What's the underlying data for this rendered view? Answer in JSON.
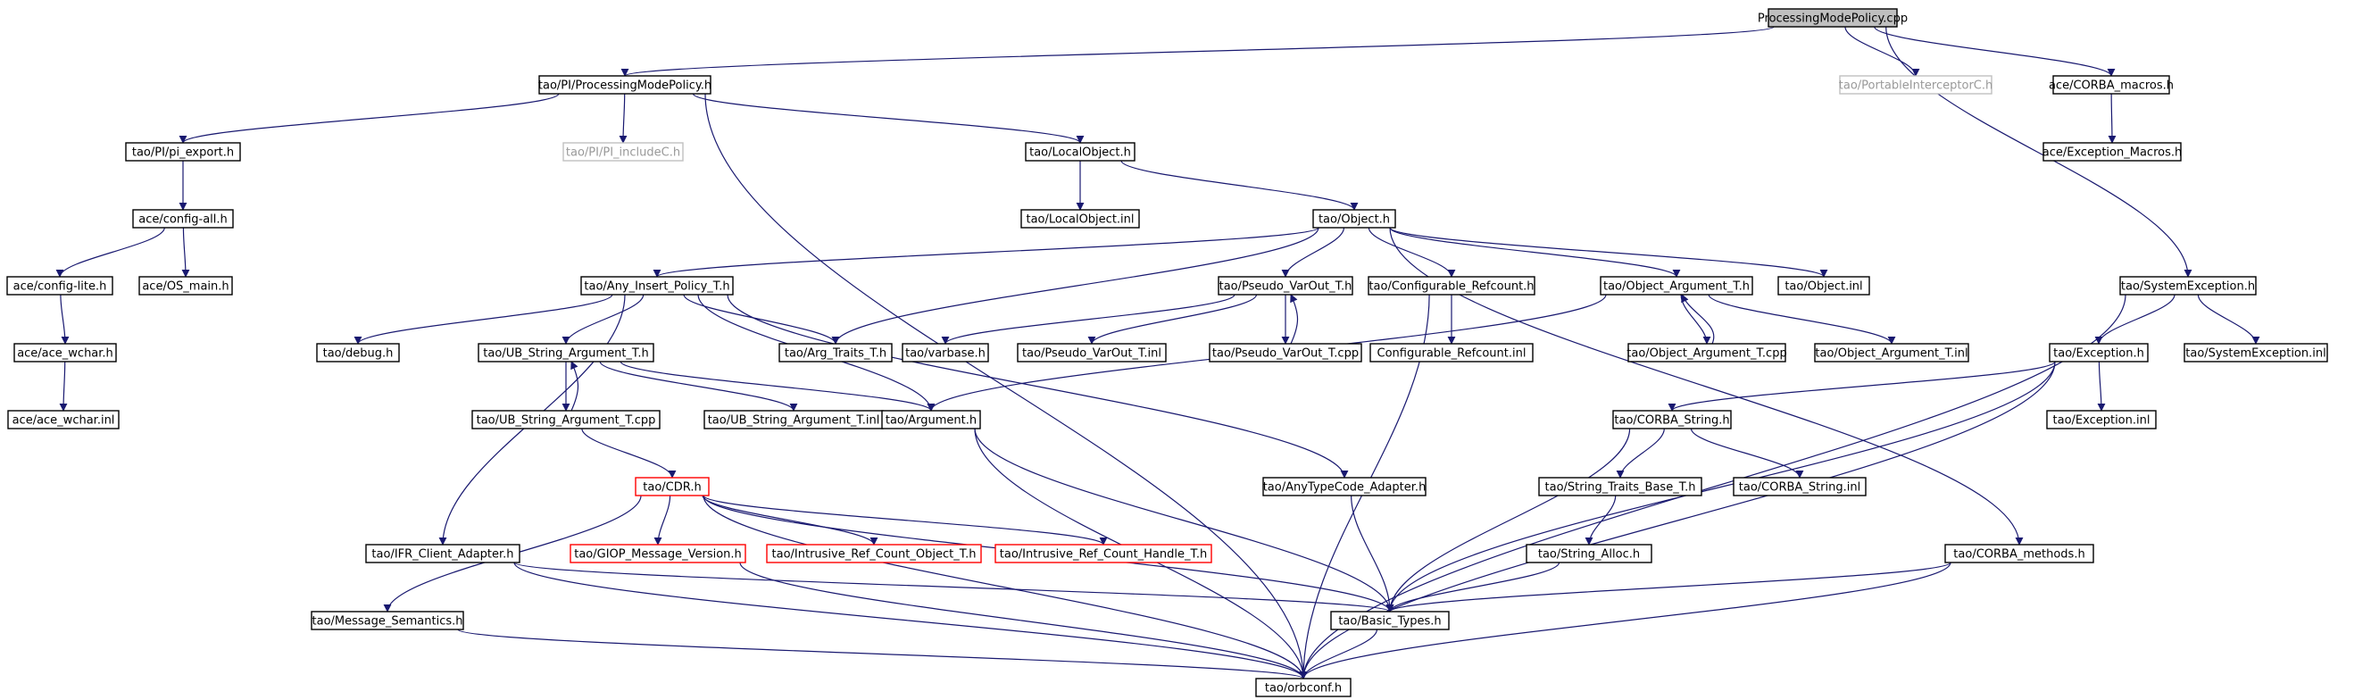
{
  "colors": {
    "edge": "#191970",
    "text": "#000000",
    "text_excluded": "#999999",
    "border": "#000000",
    "border_excluded": "#c0c0c0",
    "border_truncated": "#ff0000",
    "root_fill": "#bfbfbf",
    "fill": "#ffffff"
  },
  "nodes": [
    {
      "id": "root",
      "label": "ProcessingModePolicy.cpp",
      "style": "root"
    },
    {
      "id": "pi_pmp",
      "label": "tao/PI/ProcessingModePolicy.h",
      "style": "normal"
    },
    {
      "id": "pi_icc",
      "label": "tao/PortableInterceptorC.h",
      "style": "excluded"
    },
    {
      "id": "corba_macros",
      "label": "ace/CORBA_macros.h",
      "style": "normal"
    },
    {
      "id": "exc_macros",
      "label": "ace/Exception_Macros.h",
      "style": "normal"
    },
    {
      "id": "pi_export",
      "label": "tao/PI/pi_export.h",
      "style": "normal"
    },
    {
      "id": "pi_includec",
      "label": "tao/PI/PI_includeC.h",
      "style": "excluded"
    },
    {
      "id": "localobject_h",
      "label": "tao/LocalObject.h",
      "style": "normal"
    },
    {
      "id": "localobject_inl",
      "label": "tao/LocalObject.inl",
      "style": "normal"
    },
    {
      "id": "config_all",
      "label": "ace/config-all.h",
      "style": "normal"
    },
    {
      "id": "object_h",
      "label": "tao/Object.h",
      "style": "normal"
    },
    {
      "id": "config_lite",
      "label": "ace/config-lite.h",
      "style": "normal"
    },
    {
      "id": "os_main",
      "label": "ace/OS_main.h",
      "style": "normal"
    },
    {
      "id": "any_insert",
      "label": "tao/Any_Insert_Policy_T.h",
      "style": "normal"
    },
    {
      "id": "pseudo_varout_h",
      "label": "tao/Pseudo_VarOut_T.h",
      "style": "normal"
    },
    {
      "id": "conf_refcount_h",
      "label": "tao/Configurable_Refcount.h",
      "style": "normal"
    },
    {
      "id": "obj_arg_h",
      "label": "tao/Object_Argument_T.h",
      "style": "normal"
    },
    {
      "id": "object_inl",
      "label": "tao/Object.inl",
      "style": "normal"
    },
    {
      "id": "sysexc_h",
      "label": "tao/SystemException.h",
      "style": "normal"
    },
    {
      "id": "ace_wchar_h",
      "label": "ace/ace_wchar.h",
      "style": "normal"
    },
    {
      "id": "debug_h",
      "label": "tao/debug.h",
      "style": "normal"
    },
    {
      "id": "ub_str_h",
      "label": "tao/UB_String_Argument_T.h",
      "style": "normal"
    },
    {
      "id": "arg_traits",
      "label": "tao/Arg_Traits_T.h",
      "style": "normal"
    },
    {
      "id": "varbase",
      "label": "tao/varbase.h",
      "style": "normal"
    },
    {
      "id": "pseudo_varout_inl",
      "label": "tao/Pseudo_VarOut_T.inl",
      "style": "normal"
    },
    {
      "id": "pseudo_varout_cpp",
      "label": "tao/Pseudo_VarOut_T.cpp",
      "style": "normal"
    },
    {
      "id": "conf_refcount_inl",
      "label": "Configurable_Refcount.inl",
      "style": "normal"
    },
    {
      "id": "obj_arg_cpp",
      "label": "tao/Object_Argument_T.cpp",
      "style": "normal"
    },
    {
      "id": "obj_arg_inl",
      "label": "tao/Object_Argument_T.inl",
      "style": "normal"
    },
    {
      "id": "exception_h",
      "label": "tao/Exception.h",
      "style": "normal"
    },
    {
      "id": "sysexc_inl",
      "label": "tao/SystemException.inl",
      "style": "normal"
    },
    {
      "id": "ace_wchar_inl",
      "label": "ace/ace_wchar.inl",
      "style": "normal"
    },
    {
      "id": "ub_str_cpp",
      "label": "tao/UB_String_Argument_T.cpp",
      "style": "normal"
    },
    {
      "id": "ub_str_inl",
      "label": "tao/UB_String_Argument_T.inl",
      "style": "normal"
    },
    {
      "id": "argument_h",
      "label": "tao/Argument.h",
      "style": "normal"
    },
    {
      "id": "corba_string_h",
      "label": "tao/CORBA_String.h",
      "style": "normal"
    },
    {
      "id": "exception_inl",
      "label": "tao/Exception.inl",
      "style": "normal"
    },
    {
      "id": "cdr_h",
      "label": "tao/CDR.h",
      "style": "truncated"
    },
    {
      "id": "anytc_adapter",
      "label": "tao/AnyTypeCode_Adapter.h",
      "style": "normal"
    },
    {
      "id": "str_traits_base",
      "label": "tao/String_Traits_Base_T.h",
      "style": "normal"
    },
    {
      "id": "corba_string_inl",
      "label": "tao/CORBA_String.inl",
      "style": "normal"
    },
    {
      "id": "ifr_client",
      "label": "tao/IFR_Client_Adapter.h",
      "style": "normal"
    },
    {
      "id": "giop_msgver",
      "label": "tao/GIOP_Message_Version.h",
      "style": "truncated"
    },
    {
      "id": "intr_ref_obj",
      "label": "tao/Intrusive_Ref_Count_Object_T.h",
      "style": "truncated"
    },
    {
      "id": "intr_ref_handle",
      "label": "tao/Intrusive_Ref_Count_Handle_T.h",
      "style": "truncated"
    },
    {
      "id": "string_alloc",
      "label": "tao/String_Alloc.h",
      "style": "normal"
    },
    {
      "id": "corba_methods",
      "label": "tao/CORBA_methods.h",
      "style": "normal"
    },
    {
      "id": "msg_semantics",
      "label": "tao/Message_Semantics.h",
      "style": "normal"
    },
    {
      "id": "basic_types",
      "label": "tao/Basic_Types.h",
      "style": "normal"
    },
    {
      "id": "orbconf",
      "label": "tao/orbconf.h",
      "style": "normal"
    }
  ],
  "edges": [
    [
      "root",
      "pi_pmp"
    ],
    [
      "root",
      "pi_icc"
    ],
    [
      "root",
      "corba_macros"
    ],
    [
      "root",
      "sysexc_h"
    ],
    [
      "corba_macros",
      "exc_macros"
    ],
    [
      "pi_pmp",
      "pi_export"
    ],
    [
      "pi_pmp",
      "pi_includec"
    ],
    [
      "pi_pmp",
      "localobject_h"
    ],
    [
      "pi_pmp",
      "orbconf"
    ],
    [
      "pi_export",
      "config_all"
    ],
    [
      "config_all",
      "config_lite"
    ],
    [
      "config_all",
      "os_main"
    ],
    [
      "config_lite",
      "ace_wchar_h"
    ],
    [
      "ace_wchar_h",
      "ace_wchar_inl"
    ],
    [
      "localobject_h",
      "localobject_inl"
    ],
    [
      "localobject_h",
      "object_h"
    ],
    [
      "object_h",
      "any_insert"
    ],
    [
      "object_h",
      "arg_traits"
    ],
    [
      "object_h",
      "pseudo_varout_h"
    ],
    [
      "object_h",
      "conf_refcount_h"
    ],
    [
      "object_h",
      "obj_arg_h"
    ],
    [
      "object_h",
      "object_inl"
    ],
    [
      "object_h",
      "corba_methods"
    ],
    [
      "any_insert",
      "debug_h"
    ],
    [
      "any_insert",
      "ub_str_h"
    ],
    [
      "any_insert",
      "arg_traits"
    ],
    [
      "any_insert",
      "argument_h"
    ],
    [
      "any_insert",
      "anytc_adapter"
    ],
    [
      "any_insert",
      "ifr_client"
    ],
    [
      "pseudo_varout_h",
      "varbase"
    ],
    [
      "pseudo_varout_h",
      "pseudo_varout_inl"
    ],
    [
      "pseudo_varout_h",
      "pseudo_varout_cpp"
    ],
    [
      "pseudo_varout_cpp",
      "pseudo_varout_h"
    ],
    [
      "conf_refcount_h",
      "conf_refcount_inl"
    ],
    [
      "conf_refcount_h",
      "orbconf"
    ],
    [
      "obj_arg_h",
      "obj_arg_cpp"
    ],
    [
      "obj_arg_h",
      "obj_arg_inl"
    ],
    [
      "obj_arg_h",
      "argument_h"
    ],
    [
      "obj_arg_cpp",
      "obj_arg_h"
    ],
    [
      "ub_str_h",
      "ub_str_cpp"
    ],
    [
      "ub_str_h",
      "ub_str_inl"
    ],
    [
      "ub_str_h",
      "argument_h"
    ],
    [
      "ub_str_cpp",
      "ub_str_h"
    ],
    [
      "ub_str_cpp",
      "cdr_h"
    ],
    [
      "argument_h",
      "basic_types"
    ],
    [
      "argument_h",
      "orbconf"
    ],
    [
      "sysexc_h",
      "exception_h"
    ],
    [
      "sysexc_h",
      "sysexc_inl"
    ],
    [
      "sysexc_h",
      "orbconf"
    ],
    [
      "exception_h",
      "corba_string_h"
    ],
    [
      "exception_h",
      "exception_inl"
    ],
    [
      "exception_h",
      "basic_types"
    ],
    [
      "exception_h",
      "orbconf"
    ],
    [
      "corba_string_h",
      "str_traits_base"
    ],
    [
      "corba_string_h",
      "corba_string_inl"
    ],
    [
      "corba_string_h",
      "basic_types"
    ],
    [
      "str_traits_base",
      "string_alloc"
    ],
    [
      "string_alloc",
      "basic_types"
    ],
    [
      "cdr_h",
      "msg_semantics"
    ],
    [
      "cdr_h",
      "giop_msgver"
    ],
    [
      "cdr_h",
      "intr_ref_obj"
    ],
    [
      "cdr_h",
      "intr_ref_handle"
    ],
    [
      "cdr_h",
      "basic_types"
    ],
    [
      "cdr_h",
      "orbconf"
    ],
    [
      "anytc_adapter",
      "basic_types"
    ],
    [
      "ifr_client",
      "basic_types"
    ],
    [
      "ifr_client",
      "orbconf"
    ],
    [
      "giop_msgver",
      "orbconf"
    ],
    [
      "corba_methods",
      "basic_types"
    ],
    [
      "corba_methods",
      "orbconf"
    ],
    [
      "msg_semantics",
      "orbconf"
    ],
    [
      "basic_types",
      "orbconf"
    ]
  ]
}
